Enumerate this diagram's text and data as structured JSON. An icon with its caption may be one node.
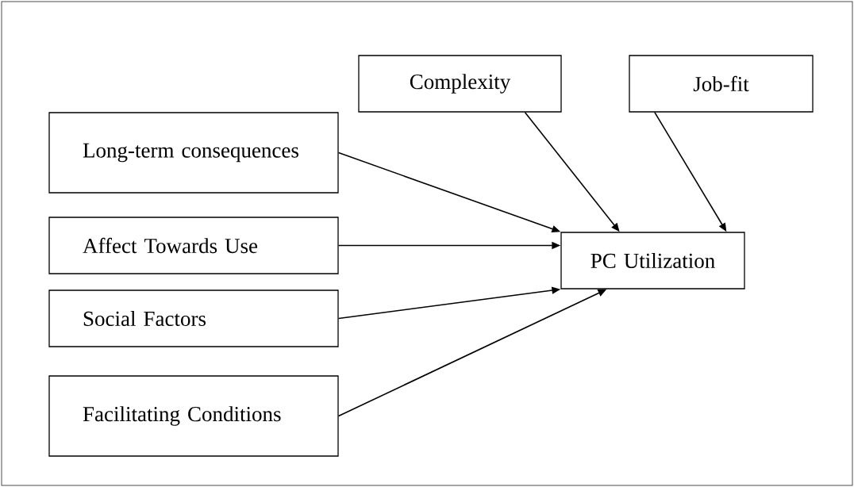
{
  "diagram": {
    "nodes": [
      {
        "text": [
          "Complexity"
        ]
      },
      {
        "text": [
          "Job-fit"
        ]
      },
      {
        "text": [
          "Long-term consequences"
        ]
      },
      {
        "text": [
          "Affect Towards Use"
        ]
      },
      {
        "text": [
          "Social Factors"
        ]
      },
      {
        "text": [
          "Facilitating Conditions"
        ]
      },
      {
        "text": [
          "PC Utilization"
        ]
      }
    ],
    "edges": [
      {
        "from": 2,
        "to": 6,
        "arrow": "to"
      },
      {
        "from": 3,
        "to": 6,
        "arrow": "to"
      },
      {
        "from": 4,
        "to": 6,
        "arrow": "to"
      },
      {
        "from": 5,
        "to": 6,
        "arrow": "to"
      },
      {
        "from": 0,
        "to": 6,
        "arrow": "to"
      },
      {
        "from": 1,
        "to": 6,
        "arrow": "to"
      }
    ]
  }
}
